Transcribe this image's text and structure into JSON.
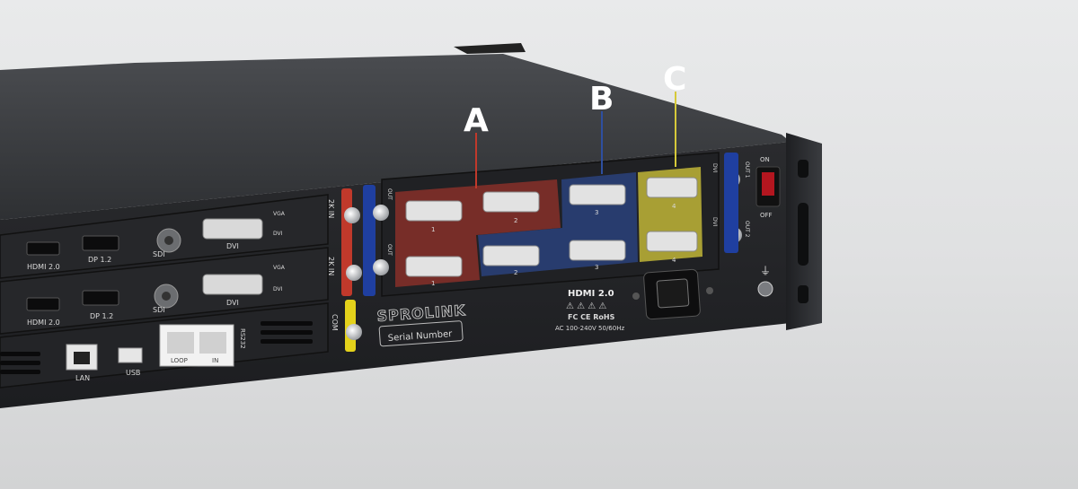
{
  "callouts": {
    "a": "A",
    "b": "B",
    "c": "C"
  },
  "colors": {
    "a": "#c0392b",
    "b": "#2e4fa0",
    "c": "#d6c93a"
  },
  "left_card_1": {
    "hdmi": "HDMI 2.0",
    "dp": "DP 1.2",
    "sdi": "SDI",
    "dvi": "DVI",
    "vga": "VGA",
    "dvi_small": "DVI"
  },
  "left_card_2": {
    "hdmi": "HDMI 2.0",
    "dp": "DP 1.2",
    "sdi": "SDI",
    "dvi": "DVI",
    "vga": "VGA",
    "dvi_small": "DVI"
  },
  "bottom_io": {
    "lan": "LAN",
    "usb": "USB",
    "rs232": "RS232",
    "loop": "LOOP",
    "in": "IN",
    "com": "COM"
  },
  "inputs": {
    "top": "2K IN",
    "bottom": "2K IN"
  },
  "output_card": {
    "out_label": "OUT",
    "top_ports": [
      "1",
      "2",
      "3",
      "4"
    ],
    "bottom_ports": [
      "1",
      "2",
      "3",
      "4"
    ],
    "out1": "OUT 1",
    "out2": "OUT 2",
    "dvi_label": "DVI"
  },
  "brand": {
    "logo": "SPROLINK",
    "serial": "Serial Number"
  },
  "cert": {
    "hdmi": "HDMI 2.0",
    "marks": "FC CE RoHS",
    "power": "AC 100-240V 50/60Hz"
  },
  "switch": {
    "on": "ON",
    "off": "OFF"
  }
}
